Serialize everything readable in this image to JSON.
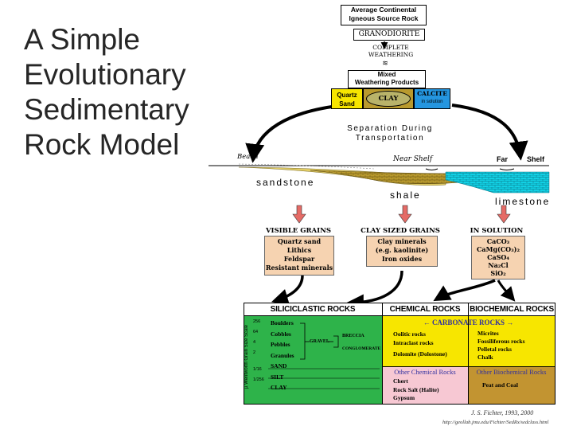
{
  "slide": {
    "title": "A Simple Evolutionary Sedimentary Rock Model"
  },
  "source": {
    "line1": "Average Continental",
    "line2": "Igneous Source Rock",
    "granodiorite": "GRANODIORITE"
  },
  "weathering": {
    "line1": "COMPLETE",
    "line2": "WEATHERING"
  },
  "products": {
    "line1": "Mixed",
    "line2": "Weathering Products",
    "quartz1": "Quartz",
    "quartz2": "Sand",
    "clay": "CLAY",
    "calcite": "CALCITE",
    "calcite_sub": "in solution"
  },
  "transport": {
    "line1": "Separation During",
    "line2": "Transportation"
  },
  "environments": {
    "beach": "Beach",
    "near_shelf": "Near Shelf",
    "far": "Far",
    "shelf": "Shelf"
  },
  "deposits": {
    "sandstone": "sandstone",
    "shale": "shale",
    "limestone": "limestone"
  },
  "grains": {
    "visible_header": "VISIBLE GRAINS",
    "visible_items": [
      "Quartz sand",
      "Lithics",
      "Feldspar",
      "Resistant minerals"
    ],
    "clay_header": "CLAY SIZED GRAINS",
    "clay_items": [
      "Clay minerals",
      "(e.g. kaolinite)",
      "Iron oxides"
    ],
    "solution_header": "IN SOLUTION",
    "solution_items": [
      "CaCO₃",
      "CaMg(CO₃)₂",
      "CaSO₄",
      "Na₂Cl",
      "SiO₂"
    ]
  },
  "classification": {
    "siliciclastic_header": "SILICICLASTIC ROCKS",
    "chemical_header": "CHEMICAL ROCKS",
    "biochemical_header": "BIOCHEMICAL ROCKS",
    "scale_label": "µ Wentworth Grain Size Scale",
    "scale_ticks": [
      "256",
      "64",
      "4",
      "2",
      "1/16",
      "1/256"
    ],
    "clastic_items": [
      "Boulders",
      "Cobbles",
      "Pebbles",
      "Granules",
      "SAND",
      "SILT",
      "CLAY"
    ],
    "gravel": "GRAVEL",
    "breccia": "BRECCIA",
    "conglomerate": "CONGLOMERATE",
    "carbonate_header": "CARBONATE ROCKS",
    "chem_carbonate_items": [
      "Oolitic rocks",
      "Intraclast rocks",
      "Dolomite (Dolostone)"
    ],
    "bio_carbonate_items": [
      "Micrites",
      "Fossiliferous rocks",
      "Pelletal rocks",
      "Chalk"
    ],
    "other_chem_header": "Other Chemical Rocks",
    "other_chem_items": [
      "Chert",
      "Rock Salt (Halite)",
      "Gypsum"
    ],
    "other_bio_header": "Other Biochemical Rocks",
    "other_bio_items": [
      "Peat and Coal"
    ]
  },
  "credit": {
    "author": "J. S. Fichter, 1993, 2000",
    "url": "http://geollab.jmu.edu/Fichter/SedRx/sedclass.html"
  },
  "colors": {
    "green": "#2eb34a",
    "yellow": "#f7e600",
    "pink": "#f7c8d3",
    "brown": "#c29431",
    "cyan": "#4fd4e8",
    "peach": "#f6d3b1",
    "red_arrow": "#e56b66",
    "sandstone": "#e2cd66",
    "shale": "#a78f2a",
    "limestone": "#00d2e6"
  }
}
